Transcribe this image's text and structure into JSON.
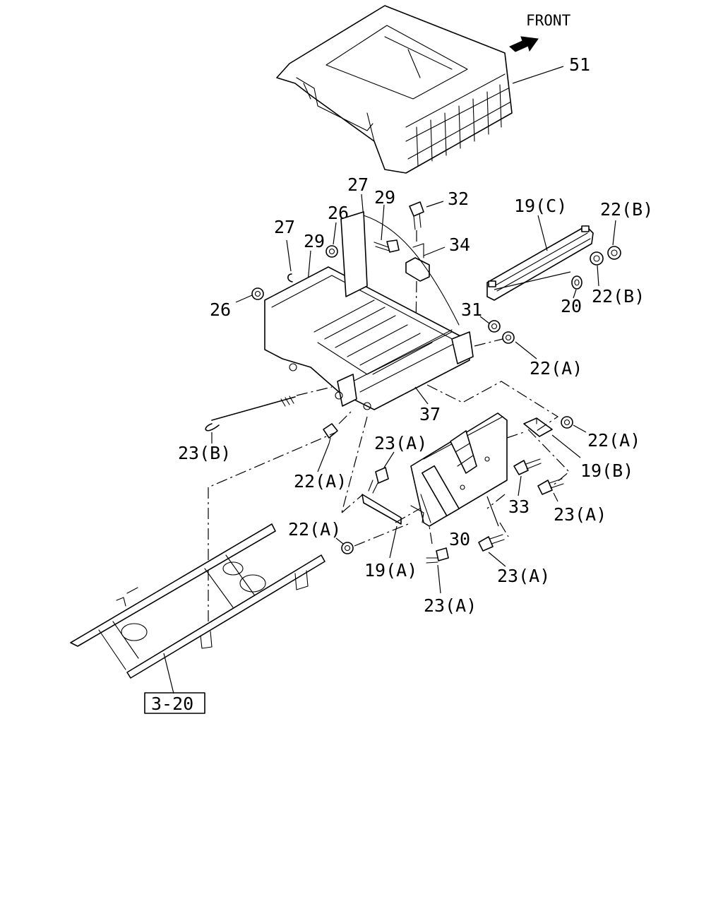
{
  "diagram": {
    "front_label": "FRONT",
    "ref_box": "3-20",
    "callouts": {
      "p51": "51",
      "p27a": "27",
      "p29a": "29",
      "p32": "32",
      "p26a": "26",
      "p27b": "27",
      "p29b": "29",
      "p34": "34",
      "p19c": "19(C)",
      "p22b1": "22(B)",
      "p22b2": "22(B)",
      "p20": "20",
      "p26b": "26",
      "p31": "31",
      "p22a1": "22(A)",
      "p37": "37",
      "p23b": "23(B)",
      "p23a1": "23(A)",
      "p22a2": "22(A)",
      "p22a3": "22(A)",
      "p19b": "19(B)",
      "p33": "33",
      "p23a2": "23(A)",
      "p22a4": "22(A)",
      "p30": "30",
      "p19a": "19(A)",
      "p23a3": "23(A)",
      "p23a4": "23(A)"
    }
  }
}
